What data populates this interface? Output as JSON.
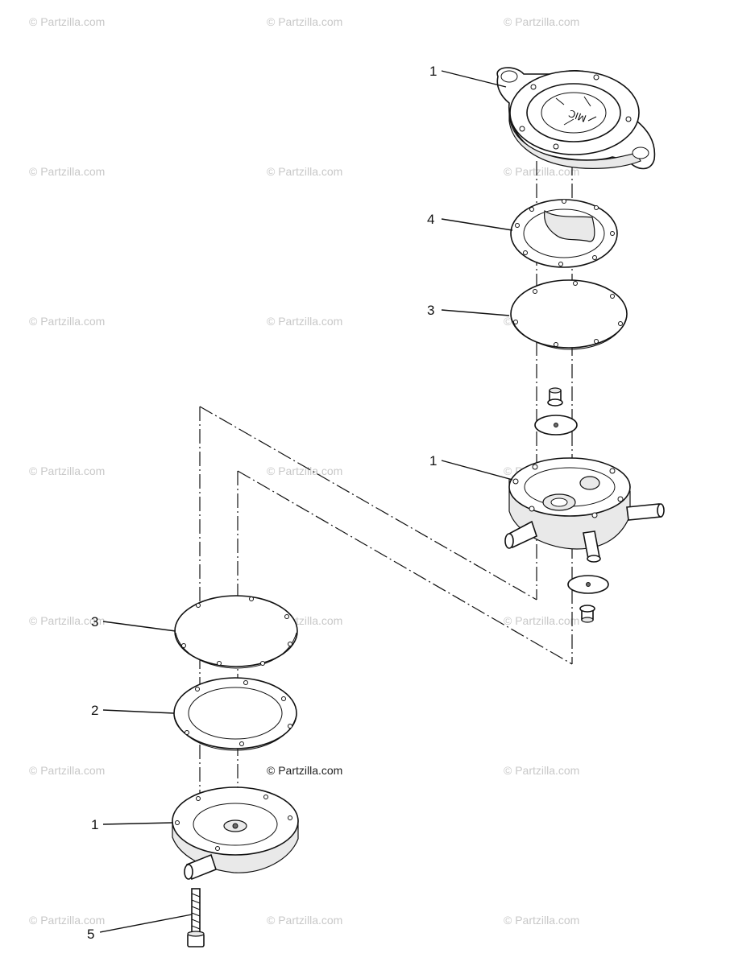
{
  "watermark": {
    "text": "© Partzilla.com",
    "color": "#c8c8c8"
  },
  "copyright_label": "© Partzilla.com",
  "callouts": {
    "top_pump_cover": "1",
    "top_gasket_4": "4",
    "top_diaphragm_3": "3",
    "middle_pump_body": "1",
    "lower_diaphragm_3": "3",
    "lower_gasket_2": "2",
    "lower_pump_base": "1",
    "screw_5": "5"
  }
}
